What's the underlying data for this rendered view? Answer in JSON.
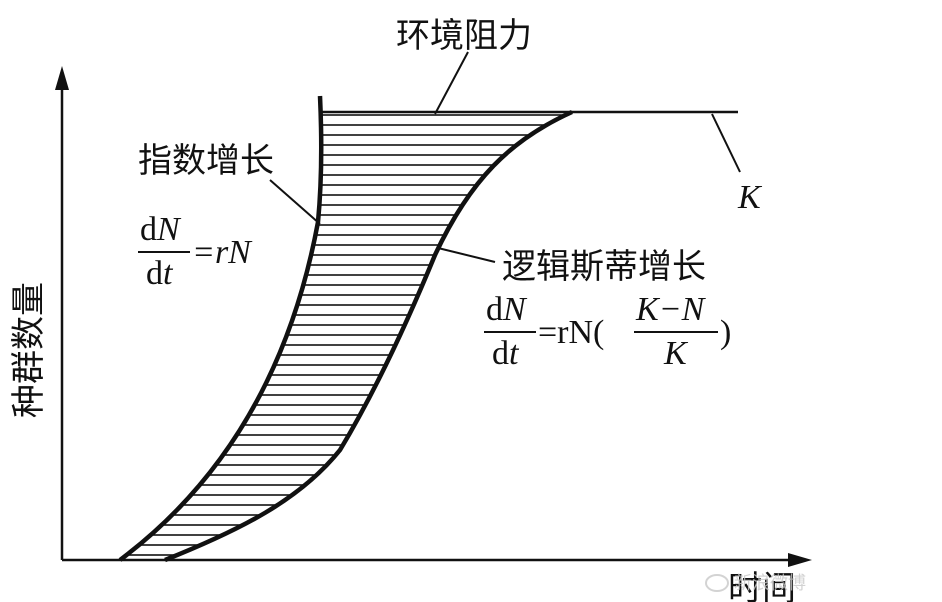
{
  "diagram": {
    "y_axis_label": "种群数量",
    "x_axis_label": "时间",
    "environment_resistance": "环境阻力",
    "carrying_capacity": "K",
    "exponential": {
      "label": "指数增长",
      "formula": {
        "num_d": "d",
        "num_var": "N",
        "den_d": "d",
        "den_var": "t",
        "rhs": "=rN"
      }
    },
    "logistic": {
      "label": "逻辑斯蒂增长",
      "formula": {
        "num_d": "d",
        "num_var": "N",
        "den_d": "d",
        "den_var": "t",
        "rhs": "=rN(",
        "inner_num": "K−N",
        "inner_den": "K",
        "close": ")"
      }
    }
  },
  "watermark": "新浪微博"
}
